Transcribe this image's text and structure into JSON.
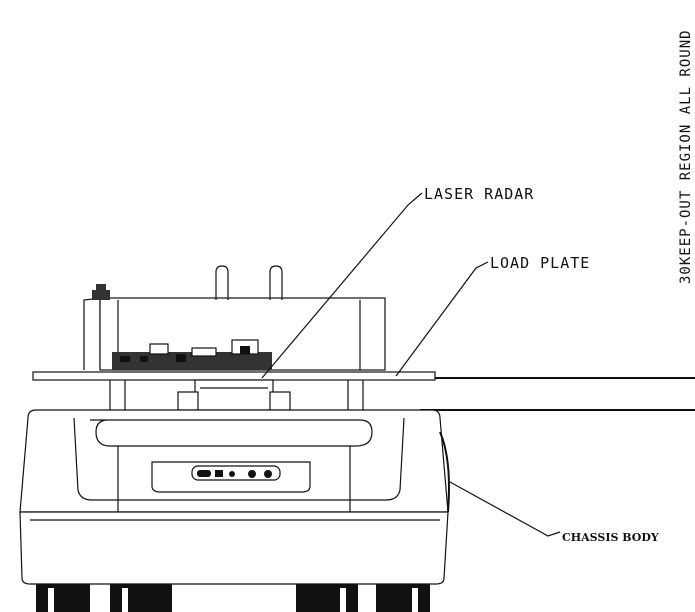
{
  "labels": {
    "laser_radar": "LASER RADAR",
    "load_plate": "LOAD PLATE",
    "chassis_body": "CHASSIS BODY",
    "keep_out": "30KEEP-OUT REGION ALL ROUND"
  },
  "colors": {
    "line": "#111111",
    "background": "#ffffff"
  }
}
